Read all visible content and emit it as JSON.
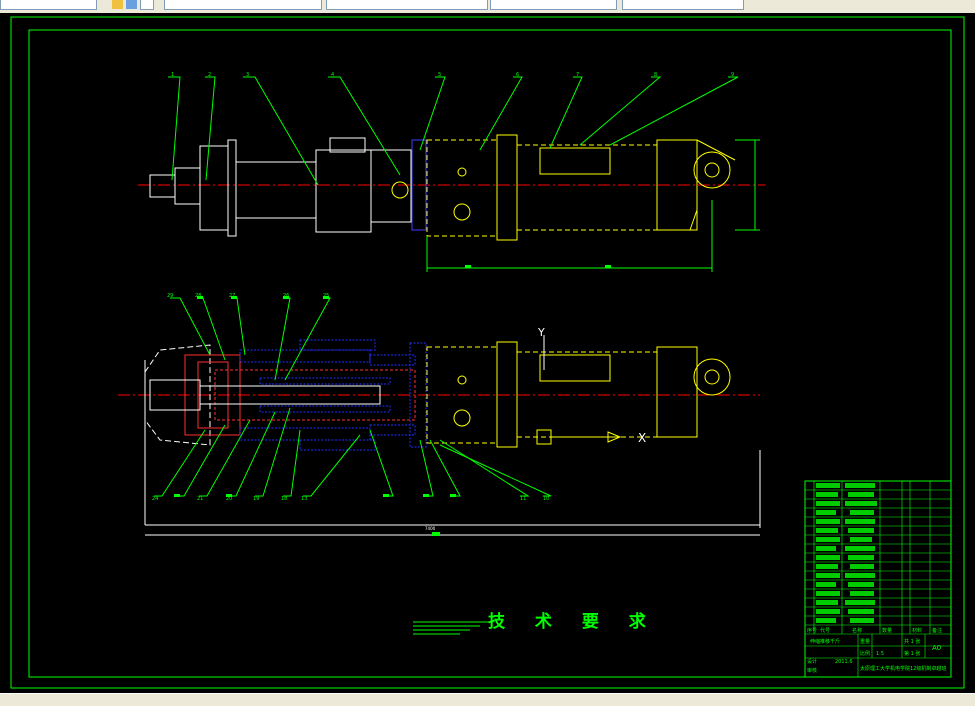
{
  "toolbar": {
    "fields": [
      "",
      "",
      "",
      "",
      "",
      "",
      "",
      ""
    ]
  },
  "drawing": {
    "technical_requirements_title": "技 术 要 求",
    "dimension_overall": "7400",
    "axis_label_y": "Y",
    "axis_label_x": "X",
    "top_view_callouts": [
      "1",
      "2",
      "3",
      "4",
      "5",
      "6",
      "7",
      "8",
      "9"
    ],
    "bottom_view_callouts_top": [
      "29",
      "28",
      "27",
      "26",
      "25"
    ],
    "bottom_view_callouts_bottom": [
      "24",
      "21",
      "20",
      "19",
      "18",
      "13",
      "12",
      "11",
      "10"
    ]
  },
  "title_block": {
    "sheet_size": "A0",
    "total_sheets": "共 1 张",
    "sheet_number": "第 1 张",
    "scale_label": "比例",
    "scale": "1:5",
    "weight_label": "重量",
    "row_labels": [
      "序号",
      "代号",
      "名称",
      "数量",
      "材料",
      "备注"
    ],
    "drawing_title": "伸缩推移千斤",
    "institution": "太原理工大学机电学院12级机制卓越班",
    "designer_label": "设计",
    "date": "2011.6",
    "reviewer_label": "审核"
  },
  "colors": {
    "green": "#00ff00",
    "yellow": "#ffff00",
    "blue": "#0000ff",
    "red": "#ff0000",
    "white": "#ffffff"
  }
}
